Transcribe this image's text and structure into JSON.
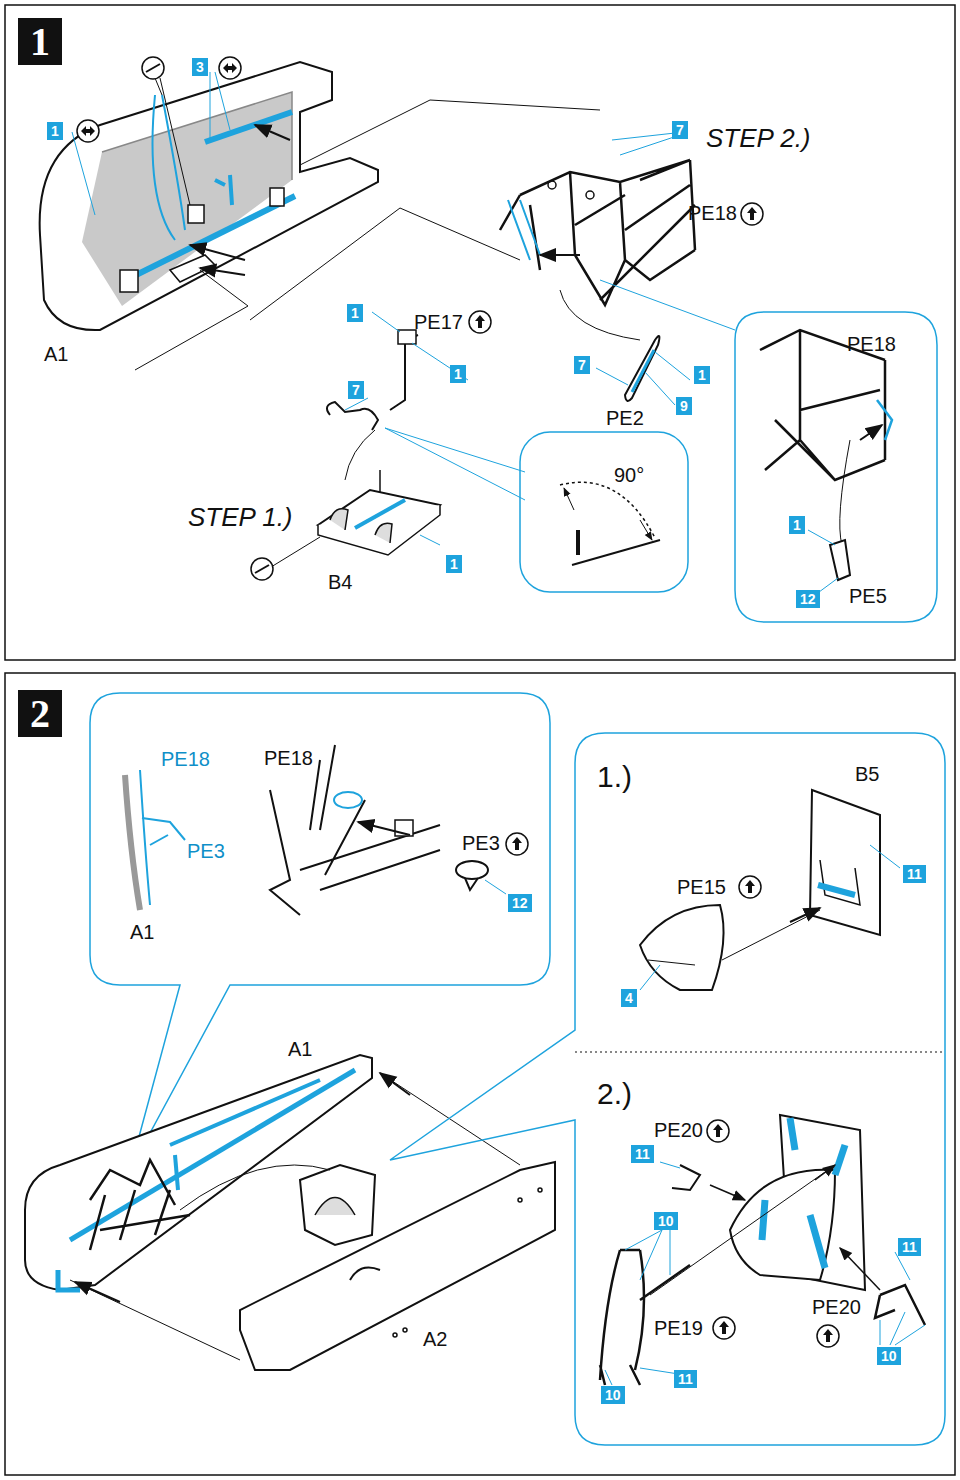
{
  "diagram": {
    "nodes": [
      {
        "text": [
          "1"
        ]
      },
      {
        "text": [
          "2"
        ]
      }
    ],
    "labels": [
      "1",
      "3",
      "7",
      "STEP 2.)",
      "PE18",
      "A1",
      "1",
      "PE17",
      "1",
      "7",
      "7",
      "PE2",
      "1",
      "9",
      "PE18",
      "90°",
      "STEP 1.)",
      "B4",
      "1",
      "1",
      "12",
      "PE5",
      "PE18",
      "PE18",
      "PE3",
      "A1",
      "PE3",
      "12",
      "1.)",
      "B5",
      "PE15",
      "11",
      "4",
      "A1",
      "2.)",
      "PE20",
      "11",
      "10",
      "11",
      "PE20",
      "PE19",
      "A2",
      "10",
      "11",
      "10"
    ]
  }
}
